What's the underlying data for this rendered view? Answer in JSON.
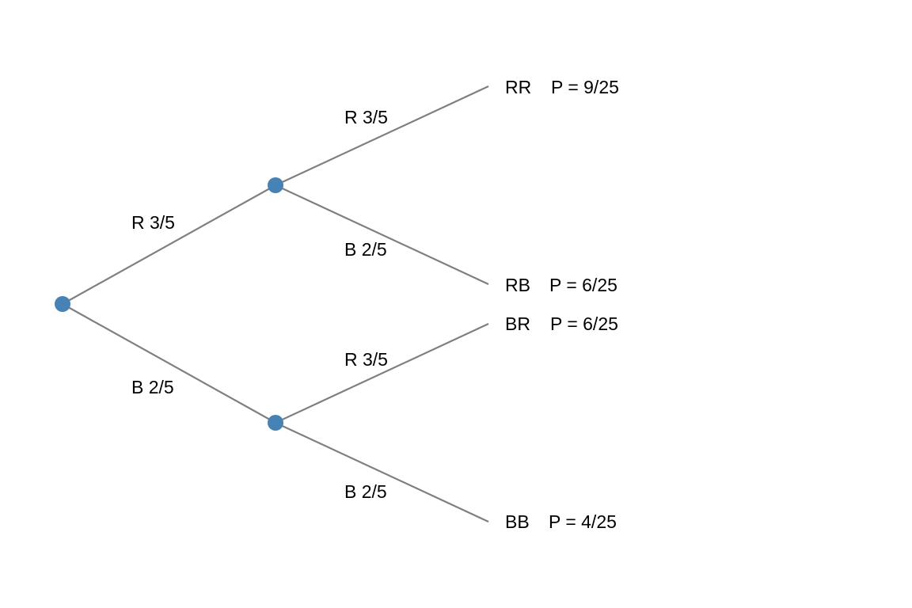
{
  "colors": {
    "node": "#4682b4",
    "branch": "#7f7f7f",
    "text": "#000000"
  },
  "branches": {
    "first_r": "R  3/5",
    "first_b": "B  2/5",
    "second_rr": "R  3/5",
    "second_rb": "B  2/5",
    "second_br": "R  3/5",
    "second_bb": "B  2/5"
  },
  "outcomes": {
    "rr": {
      "name": "RR",
      "prob": "P = 9/25"
    },
    "rb": {
      "name": "RB",
      "prob": "P = 6/25"
    },
    "br": {
      "name": "BR",
      "prob": "P = 6/25"
    },
    "bb": {
      "name": "BB",
      "prob": "P = 4/25"
    }
  }
}
